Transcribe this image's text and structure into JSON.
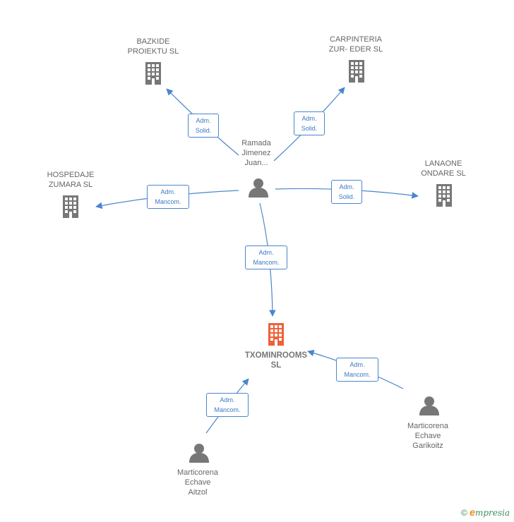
{
  "nodes": {
    "bazkide": {
      "lines": [
        "BAZKIDE",
        "PROIEKTU  SL"
      ]
    },
    "carpinteria": {
      "lines": [
        "CARPINTERIA",
        "ZUR- EDER SL"
      ]
    },
    "hospedaje": {
      "lines": [
        "HOSPEDAJE",
        "ZUMARA  SL"
      ]
    },
    "lanaone": {
      "lines": [
        "LANAONE",
        "ONDARE  SL"
      ]
    },
    "txominrooms": {
      "lines": [
        "TXOMINROOMS",
        "SL"
      ]
    },
    "ramada": {
      "lines": [
        "Ramada",
        "Jimenez",
        "Juan..."
      ]
    },
    "aitzol": {
      "lines": [
        "Marticorena",
        "Echave",
        "Aitzol"
      ]
    },
    "garikoitz": {
      "lines": [
        "Marticorena",
        "Echave",
        "Garikoitz"
      ]
    }
  },
  "edges": [
    {
      "from": "ramada",
      "to": "bazkide",
      "lines": [
        "Adm.",
        "Solid."
      ]
    },
    {
      "from": "ramada",
      "to": "carpinteria",
      "lines": [
        "Adm.",
        "Solid."
      ]
    },
    {
      "from": "ramada",
      "to": "hospedaje",
      "lines": [
        "Adm.",
        "Mancom."
      ]
    },
    {
      "from": "ramada",
      "to": "lanaone",
      "lines": [
        "Adm.",
        "Solid."
      ]
    },
    {
      "from": "ramada",
      "to": "txominrooms",
      "lines": [
        "Adm.",
        "Mancom."
      ]
    },
    {
      "from": "aitzol",
      "to": "txominrooms",
      "lines": [
        "Adm.",
        "Mancom."
      ]
    },
    {
      "from": "garikoitz",
      "to": "txominrooms",
      "lines": [
        "Adm.",
        "Mancom."
      ]
    }
  ],
  "colors": {
    "company": "#777777",
    "main_company": "#f0603a",
    "person": "#777777",
    "edge": "#4a86cc"
  },
  "icons": {
    "company": "building-icon",
    "person": "person-icon"
  },
  "brand": {
    "copyright": "©",
    "e": "e",
    "rest": "mpresia"
  }
}
